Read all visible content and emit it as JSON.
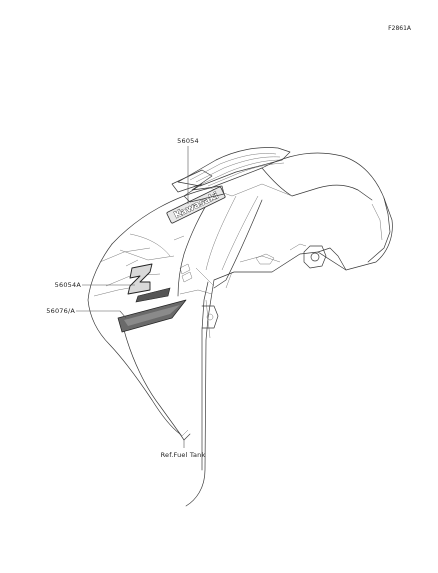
{
  "figure_code": "F2861A",
  "labels": {
    "emblem": "56054",
    "z_badge": "56054A",
    "stripe": "56076/A",
    "reference": "Ref.Fuel Tank"
  },
  "emblem_text": "Kawasaki",
  "badge_letter": "Z"
}
